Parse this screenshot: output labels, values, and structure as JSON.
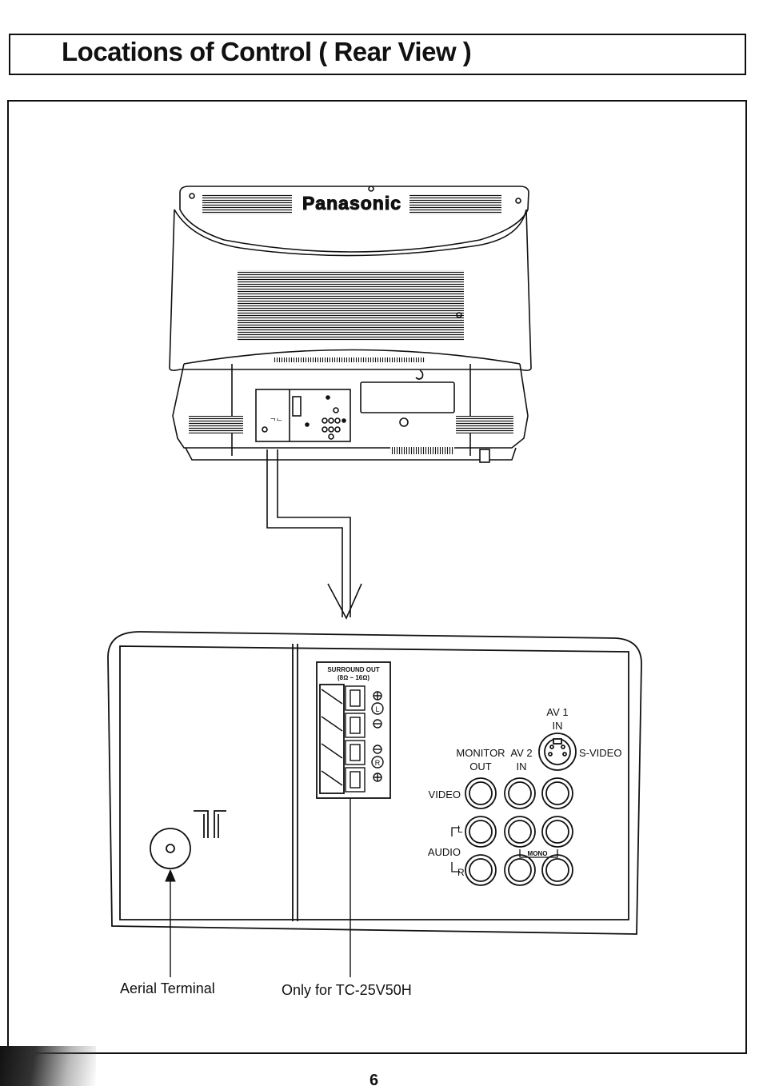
{
  "header": {
    "title": "Locations of Control ( Rear View )"
  },
  "tv": {
    "brand": "Panasonic"
  },
  "terminal_panel": {
    "surround_out_label": "SURROUND OUT",
    "surround_out_impedance": "(8Ω ~ 16Ω)",
    "av1_label": "AV 1",
    "av1_in": "IN",
    "svideo_label": "S-VIDEO",
    "monitor_label": "MONITOR",
    "monitor_out": "OUT",
    "av2_label": "AV 2",
    "av2_in": "IN",
    "video_label": "VIDEO",
    "audio_label": "AUDIO",
    "audio_l": "L",
    "audio_r": "R",
    "mono_label": "MONO",
    "speaker_left": "L",
    "speaker_right": "R"
  },
  "captions": {
    "aerial_terminal": "Aerial Terminal",
    "surround_note": "Only for TC-25V50H"
  },
  "page_number": "6",
  "icons": [
    "aerial-symbol-icon",
    "down-arrow-icon",
    "plus-icon",
    "minus-icon"
  ]
}
